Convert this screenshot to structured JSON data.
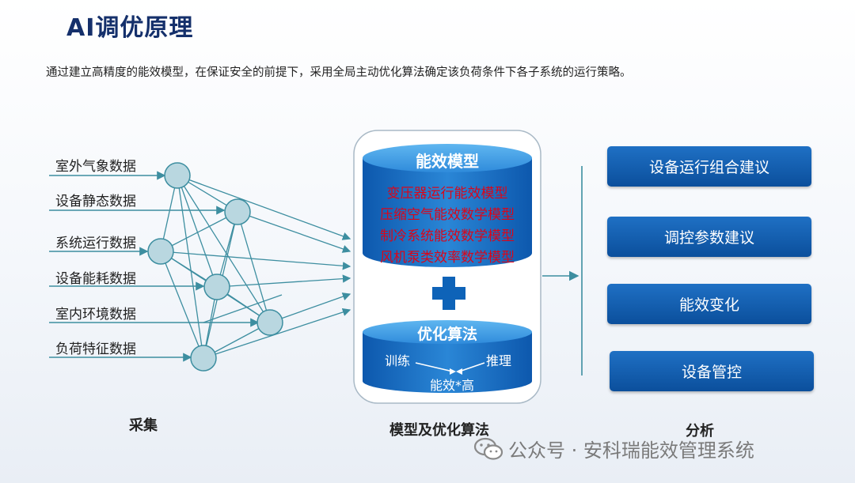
{
  "header": {
    "title": "AI调优原理",
    "subtitle": "通过建立高精度的能效模型，在保证安全的前提下，采用全局主动优化算法确定该负荷条件下各子系统的运行策略。"
  },
  "inputs": [
    "室外气象数据",
    "设备静态数据",
    "系统运行数据",
    "设备能耗数据",
    "室内环境数据",
    "负荷特征数据"
  ],
  "model": {
    "title": "能效模型",
    "items": [
      "变压器运行能效模型",
      "压缩空气能效数学模型",
      "制冷系统能效数学模型",
      "风机泵类效率数学模型"
    ]
  },
  "algorithm": {
    "title": "优化算法",
    "train": "训练",
    "infer": "推理",
    "result": "能效*高"
  },
  "outputs": [
    "设备运行组合建议",
    "调控参数建议",
    "能效变化",
    "设备管控"
  ],
  "columns": {
    "collect": "采集",
    "model": "模型及优化算法",
    "analysis": "分析"
  },
  "watermark": "公众号 · 安科瑞能效管理系统",
  "colors": {
    "node_fill": "#b9d7e0",
    "node_stroke": "#3d8ea0",
    "arrow": "#3d8ea0",
    "cylinder": "#1a6fc0",
    "box": "#0e56a3",
    "red_text": "#d9061a"
  }
}
